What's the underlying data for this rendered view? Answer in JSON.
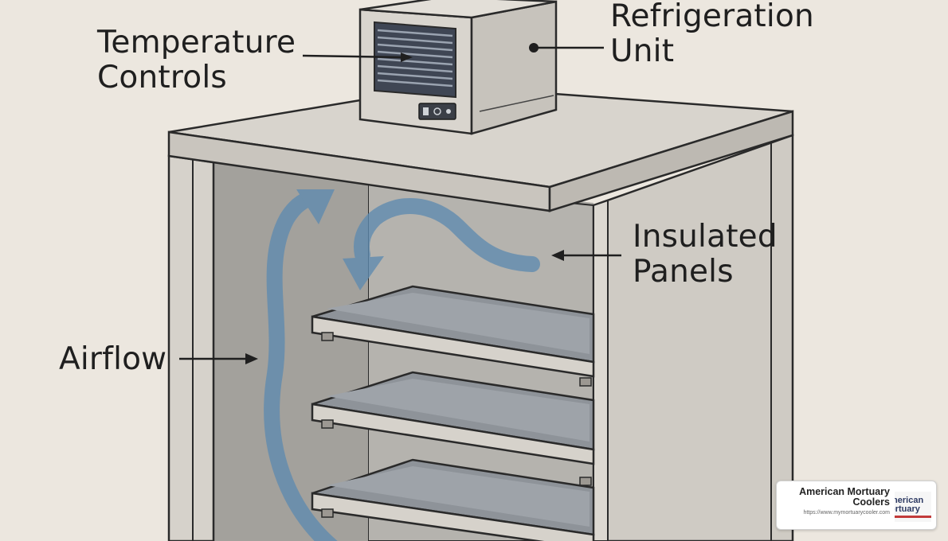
{
  "labels": {
    "temperature_controls": [
      "Temperature",
      "Controls"
    ],
    "refrigeration_unit": [
      "Refrigeration",
      "Unit"
    ],
    "insulated_panels": [
      "Insulated",
      "Panels"
    ],
    "airflow": "Airflow"
  },
  "watermark": {
    "name": "American Mortuary Coolers",
    "url": "https://www.mymortuarycooler.com",
    "logo_text": "merican\nortuary"
  },
  "colors": {
    "background": "#ece7df",
    "cabinet": "#cfcbc4",
    "interior": "#aaa8a3",
    "airflow": "#5e8bb0",
    "outline": "#2a2a2a"
  },
  "icons": [
    "vent-grille-icon",
    "control-panel-icon",
    "airflow-arrow-icon"
  ]
}
